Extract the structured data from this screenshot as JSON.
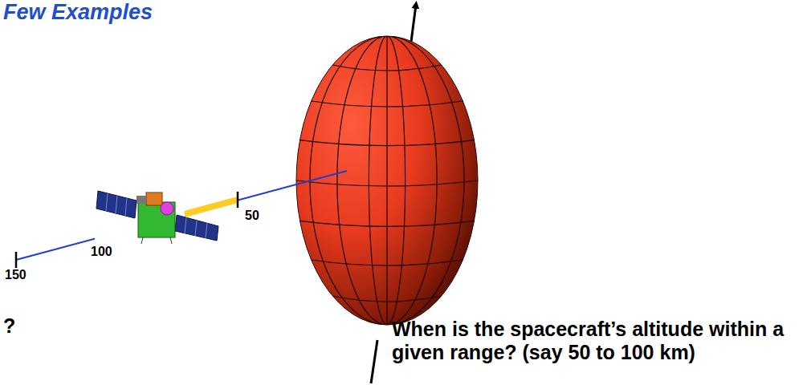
{
  "diagram": {
    "title": "Few Examples",
    "labels": [
      "50",
      "100",
      "150",
      "?",
      "When is the spacecraft’s altitude within a given range? (say 50 to 100 km)"
    ]
  }
}
